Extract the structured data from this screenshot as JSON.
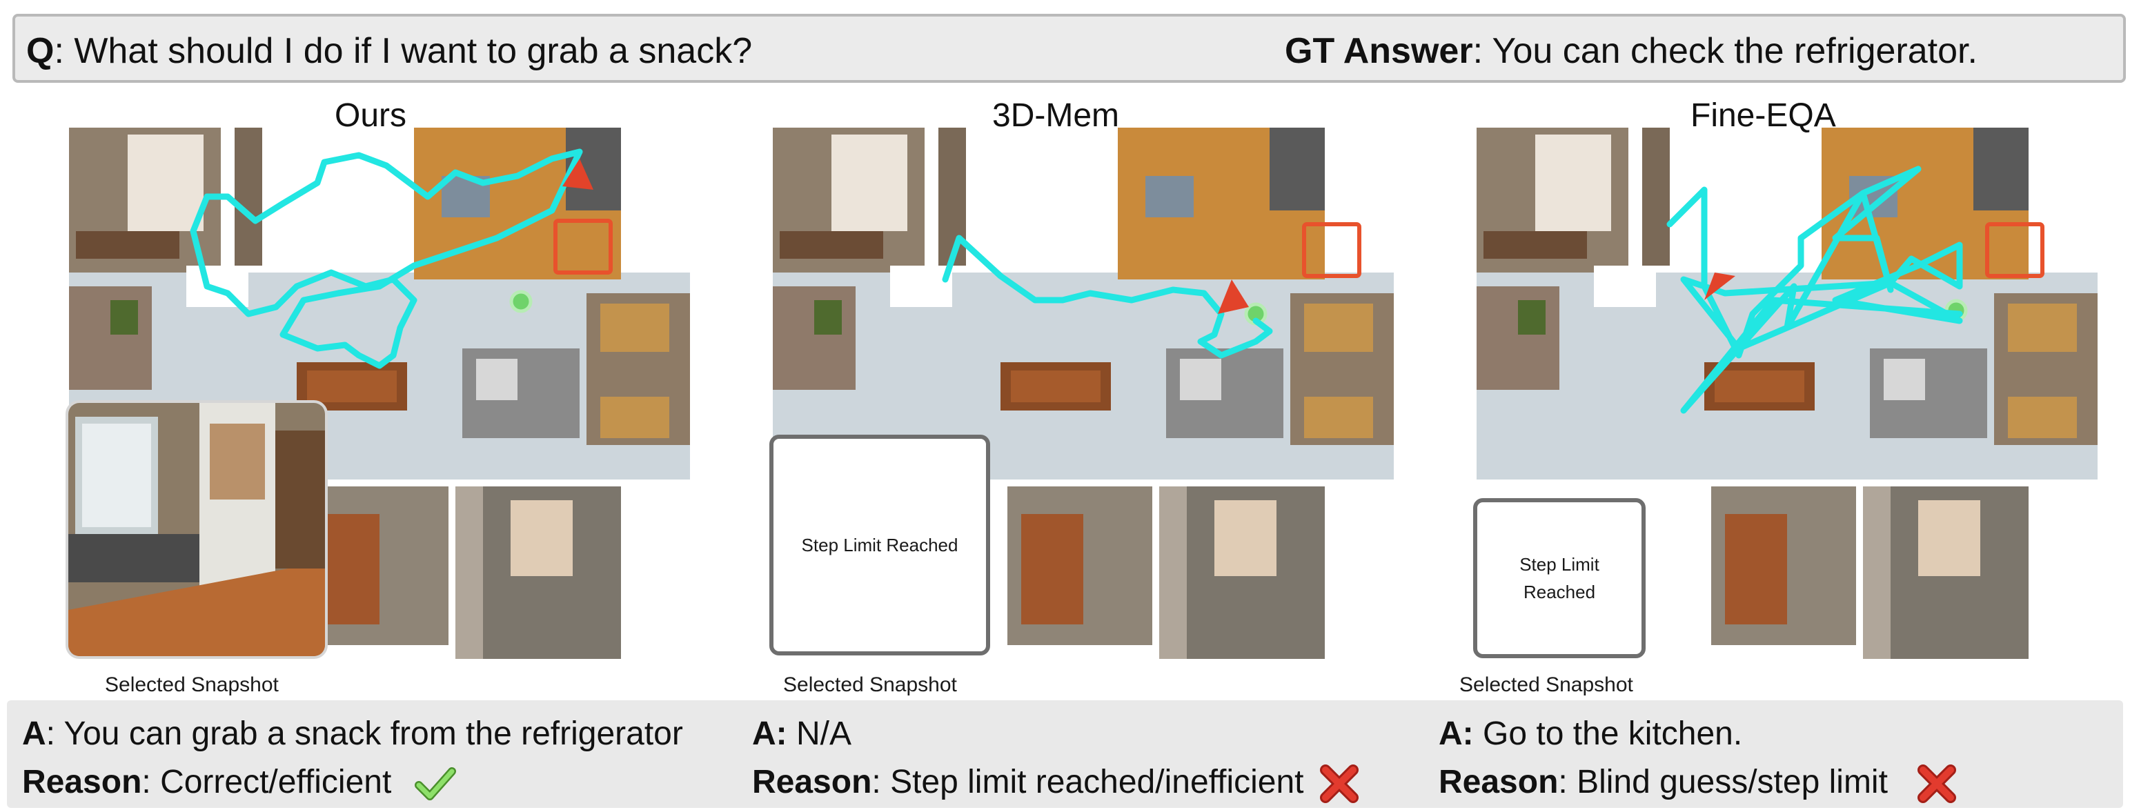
{
  "question": {
    "q_label": "Q",
    "q_text": ": What should I do if I want to grab a snack?",
    "gt_label": "GT Answer",
    "gt_text": ": You can check the refrigerator."
  },
  "panels": [
    {
      "title": "Ours",
      "snapshot_caption": "Selected Snapshot",
      "snapshot_message": "",
      "answer_label": "A",
      "answer_text": ": You can grab a snack from the refrigerator",
      "reason_label": "Reason",
      "reason_text": ": Correct/efficient",
      "verdict": "check-icon"
    },
    {
      "title": "3D-Mem",
      "snapshot_caption": "Selected Snapshot",
      "snapshot_message": "Step Limit Reached",
      "answer_label": "A:",
      "answer_text": " N/A",
      "reason_label": "Reason",
      "reason_text": ": Step limit reached/inefficient",
      "verdict": "cross-icon"
    },
    {
      "title": "Fine-EQA",
      "snapshot_caption": "Selected Snapshot",
      "snapshot_message": "Step Limit Reached",
      "answer_label": "A:",
      "answer_text": " Go to the kitchen.",
      "reason_label": "Reason",
      "reason_text": ": Blind guess/step limit",
      "verdict": "cross-icon"
    }
  ],
  "colors": {
    "trajectory": "#22e6e2",
    "target_box": "#e8522c",
    "agent_arrow": "#e2432a",
    "start_dot": "#6fd36a",
    "check": "#7ed957",
    "cross": "#e23b2e"
  }
}
